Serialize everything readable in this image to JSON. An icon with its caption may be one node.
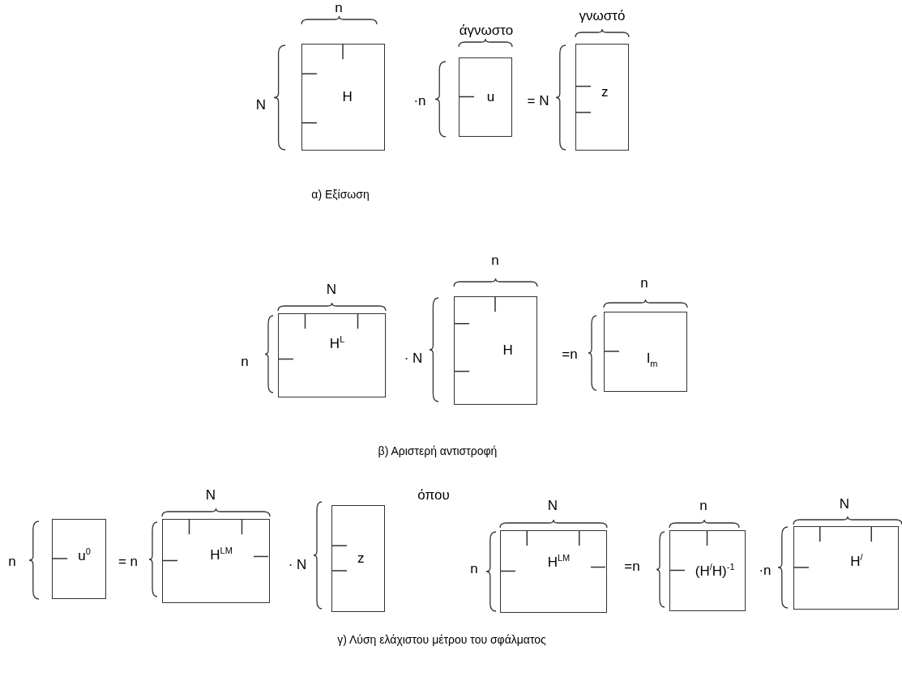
{
  "diagram": {
    "nodes": [
      {
        "text": [
          "H"
        ]
      },
      {
        "text": [
          "u"
        ]
      },
      {
        "text": [
          "z"
        ]
      },
      {
        "text": [
          "H$^{L}$"
        ]
      },
      {
        "text": [
          "H"
        ]
      },
      {
        "text": [
          "I$_{m}$"
        ]
      },
      {
        "text": [
          "u$^{0}$"
        ]
      },
      {
        "text": [
          "H$^{LM}$"
        ]
      },
      {
        "text": [
          "z"
        ]
      },
      {
        "text": [
          "H$^{LM}$"
        ]
      },
      {
        "text": [
          "(H$^{/}$H)$^{-1}$"
        ]
      },
      {
        "text": [
          "H$^{/}$"
        ]
      }
    ],
    "labels": [
      "n",
      "άγνωστο",
      "γνωστό",
      "N",
      "·n",
      "= N",
      "α) Εξίσωση",
      "N",
      "n",
      "n",
      "n",
      "· N",
      "=n",
      "β) Αριστερή αντιστροφή",
      "N",
      "όπου",
      "N",
      "n",
      "N",
      "n",
      "= n",
      "· N",
      "n",
      "=n",
      "·n",
      "γ) Λύση ελάχιστου μέτρου του σφάλματος"
    ]
  }
}
